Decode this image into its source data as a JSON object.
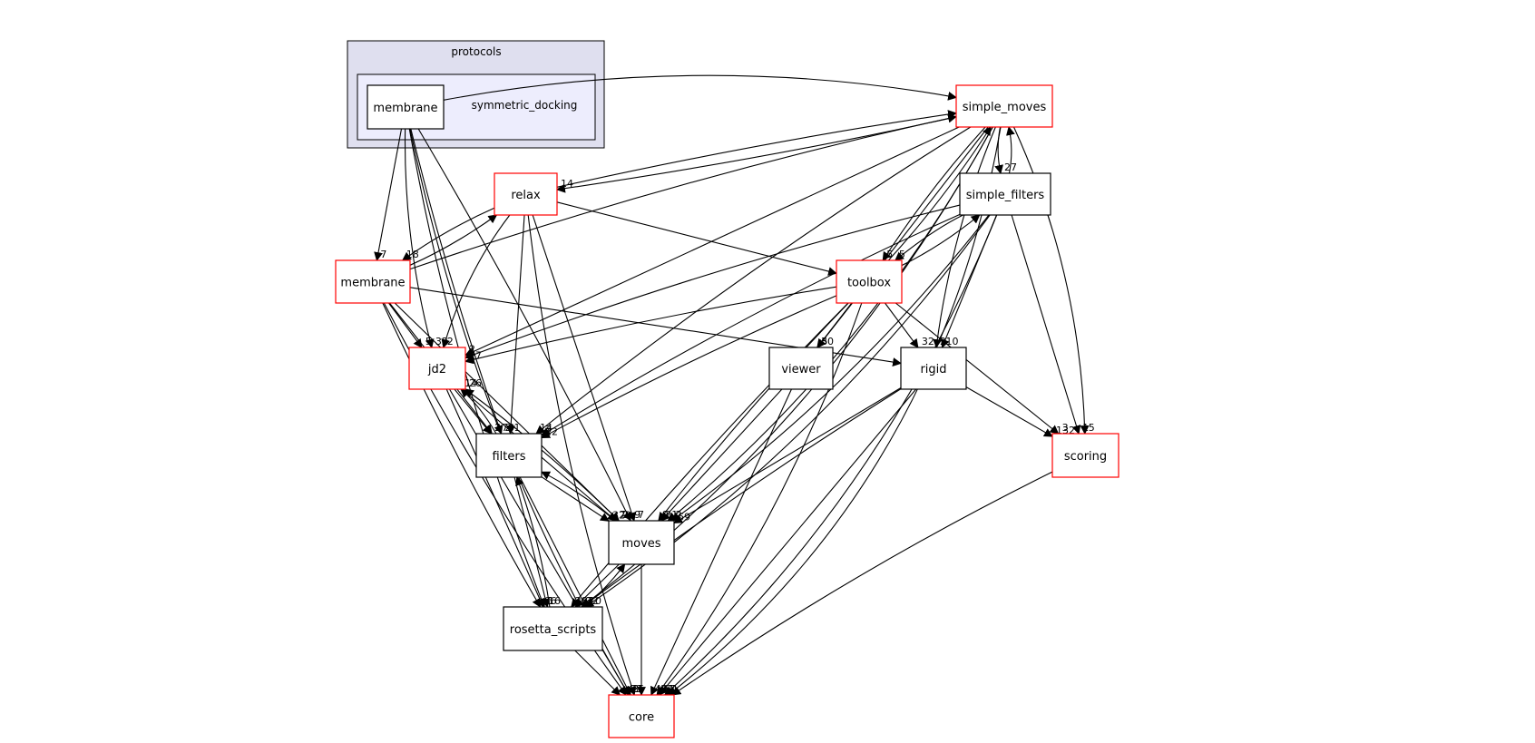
{
  "clusters": {
    "protocols": {
      "label": "protocols"
    },
    "symmetric_docking": {
      "label": "symmetric_docking"
    }
  },
  "nodes": [
    {
      "id": "membrane_dir",
      "label": "membrane",
      "color": "#000000"
    },
    {
      "id": "simple_moves",
      "label": "simple_moves",
      "color": "#ff0000"
    },
    {
      "id": "relax",
      "label": "relax",
      "color": "#ff0000"
    },
    {
      "id": "simple_filters",
      "label": "simple_filters",
      "color": "#000000"
    },
    {
      "id": "membrane",
      "label": "membrane",
      "color": "#ff0000"
    },
    {
      "id": "toolbox",
      "label": "toolbox",
      "color": "#ff0000"
    },
    {
      "id": "jd2",
      "label": "jd2",
      "color": "#ff0000"
    },
    {
      "id": "viewer",
      "label": "viewer",
      "color": "#000000"
    },
    {
      "id": "rigid",
      "label": "rigid",
      "color": "#000000"
    },
    {
      "id": "filters",
      "label": "filters",
      "color": "#000000"
    },
    {
      "id": "scoring",
      "label": "scoring",
      "color": "#ff0000"
    },
    {
      "id": "moves",
      "label": "moves",
      "color": "#000000"
    },
    {
      "id": "rosetta_scripts",
      "label": "rosetta_scripts",
      "color": "#000000"
    },
    {
      "id": "core",
      "label": "core",
      "color": "#ff0000"
    }
  ],
  "edge_labels": [
    "1",
    "7",
    "32",
    "2",
    "9",
    "16",
    "2",
    "1",
    "14",
    "18",
    "2",
    "3",
    "2",
    "1",
    "7",
    "5",
    "27",
    "9",
    "5",
    "6",
    "2",
    "3",
    "2",
    "5",
    "14",
    "1",
    "9",
    "1",
    "5",
    "6",
    "1",
    "3",
    "10",
    "1",
    "2",
    "10",
    "1",
    "5",
    "170",
    "2",
    "66",
    "23",
    "14",
    "12",
    "27",
    "60",
    "32",
    "12",
    "9",
    "3",
    "282",
    "31",
    "2",
    "14",
    "7",
    "26",
    "5",
    "3",
    "2",
    "49",
    "69",
    "132",
    "32",
    "67",
    "329"
  ],
  "colors": {
    "cluster_outer_fill": "#dfdfef",
    "cluster_inner_fill": "#ededfd",
    "edge": "#000000"
  }
}
